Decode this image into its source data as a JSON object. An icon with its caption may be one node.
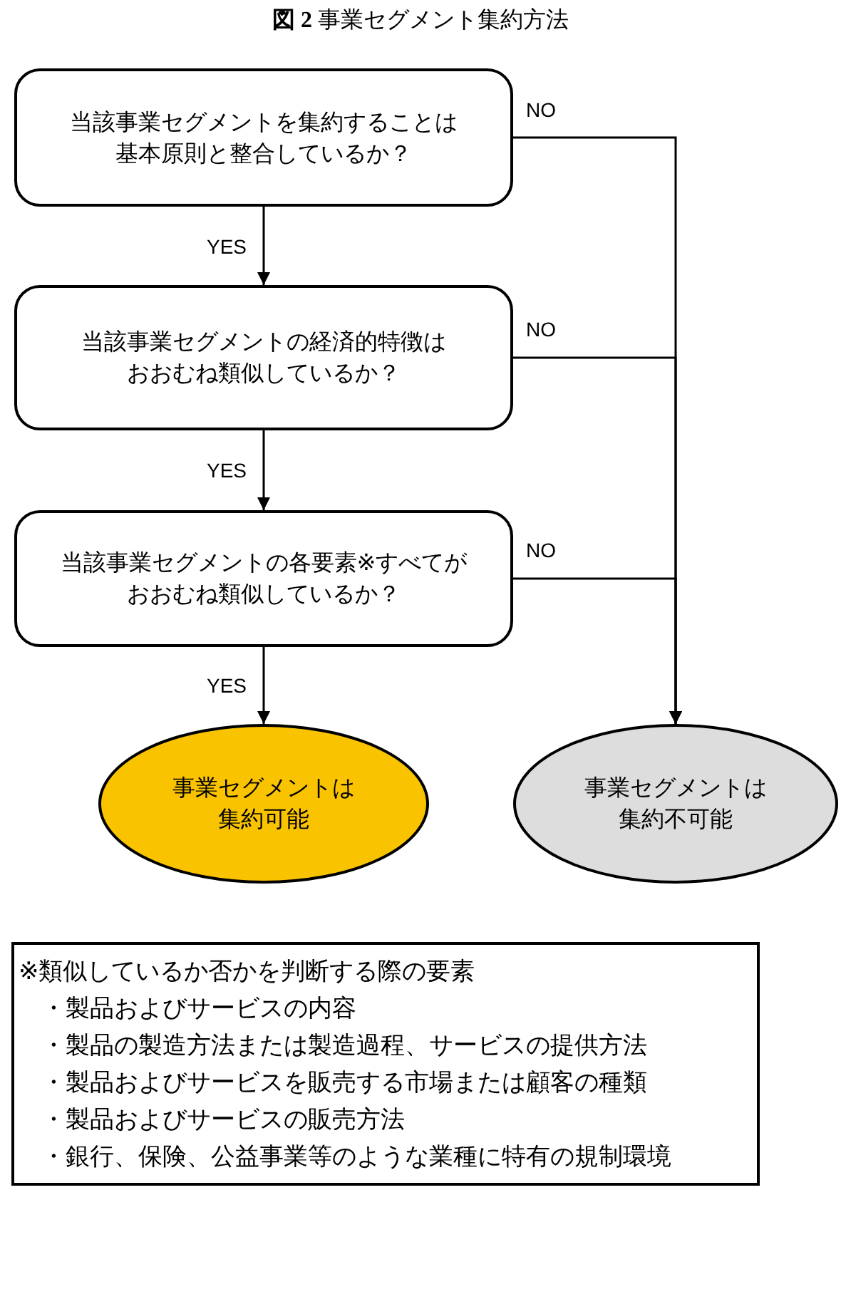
{
  "diagram": {
    "title": "**図 2** 事業セグメント集約方法",
    "nodes": [
      {
        "text": [
          "当該事業セグメントを集約することは基本原則と整合しているか？"
        ]
      },
      {
        "text": [
          "当該事業セグメントの経済的特徴はおおむね類似しているか？"
        ]
      },
      {
        "text": [
          "当該事業セグメントの各要素※すべてがおおむね類似しているか？"
        ]
      },
      {
        "text": [
          "事業セグメントは集約可能"
        ]
      },
      {
        "text": [
          "事業セグメントは集約不可能"
        ]
      },
      {
        "text": [
          "※類似しているか否かを判断する際の要素",
          "・製品およびサービスの内容",
          "・製品の製造方法または製造過程、サービスの提供方法",
          "・製品およびサービスを販売する市場または顧客の種類",
          "・製品およびサービスの販売方法",
          "・銀行、保険、公益事業等のような業種に特有の規制環境"
        ]
      }
    ],
    "edges": [
      {
        "from": 0,
        "to": 1,
        "arrow": "to",
        "label": "YES"
      },
      {
        "from": 0,
        "to": 4,
        "arrow": "to",
        "label": "NO"
      },
      {
        "from": 1,
        "to": 2,
        "arrow": "to",
        "label": "YES"
      },
      {
        "from": 1,
        "to": 4,
        "arrow": "to",
        "label": "NO"
      },
      {
        "from": 2,
        "to": 3,
        "arrow": "to",
        "label": "YES"
      },
      {
        "from": 2,
        "to": 4,
        "arrow": "to",
        "label": "NO"
      }
    ]
  }
}
